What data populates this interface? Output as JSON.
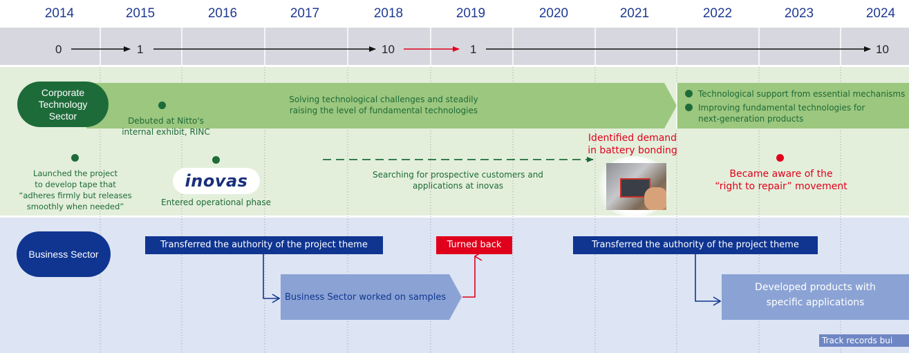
{
  "years": [
    "2014",
    "2015",
    "2016",
    "2017",
    "2018",
    "2019",
    "2020",
    "2021",
    "2022",
    "2023",
    "2024"
  ],
  "counts": {
    "c0": "0",
    "c1": "1",
    "c2": "10",
    "c3": "1",
    "c4": "10"
  },
  "corporate": {
    "label_line1": "Corporate",
    "label_line2": "Technology",
    "label_line3": "Sector",
    "arrow_text_line1": "Solving technological challenges and steadily",
    "arrow_text_line2": "raising the level of fundamental technologies",
    "bullet1": "Technological support from essential mechanisms",
    "bullet2_line1": "Improving fundamental technologies for",
    "bullet2_line2": "next-generation products",
    "debuted_line1": "Debuted at Nitto's",
    "debuted_line2": "internal exhibit, RINC",
    "launched_line1": "Launched the project",
    "launched_line2": "to develop tape that",
    "launched_line3": "“adheres firmly but releases",
    "launched_line4": "smoothly when needed”",
    "logo": "inovas",
    "entered": "Entered operational phase",
    "searching_line1": "Searching for prospective customers and",
    "searching_line2": "applications at inovas",
    "identified_line1": "Identified demand",
    "identified_line2": "in battery bonding",
    "aware_line1": "Became aware of the",
    "aware_line2": "“right to repair” movement"
  },
  "business": {
    "label": "Business Sector",
    "transfer1": "Transferred the authority of the project theme",
    "samples": "Business Sector worked on samples",
    "turned_back": "Turned back",
    "transfer2": "Transferred the authority of the project theme",
    "developed_line1": "Developed products with",
    "developed_line2": "specific applications",
    "track": "Track records bui"
  },
  "colors": {
    "year_text": "#1f3a93",
    "corp_green": "#1e6b3a",
    "arrow_green": "#9cc77f",
    "band_green": "#e3efdb",
    "band_gray": "#d7d7df",
    "band_blue": "#dde4f3",
    "navy": "#0f3591",
    "light_navy": "#8ba3d4",
    "red": "#e0001b"
  }
}
